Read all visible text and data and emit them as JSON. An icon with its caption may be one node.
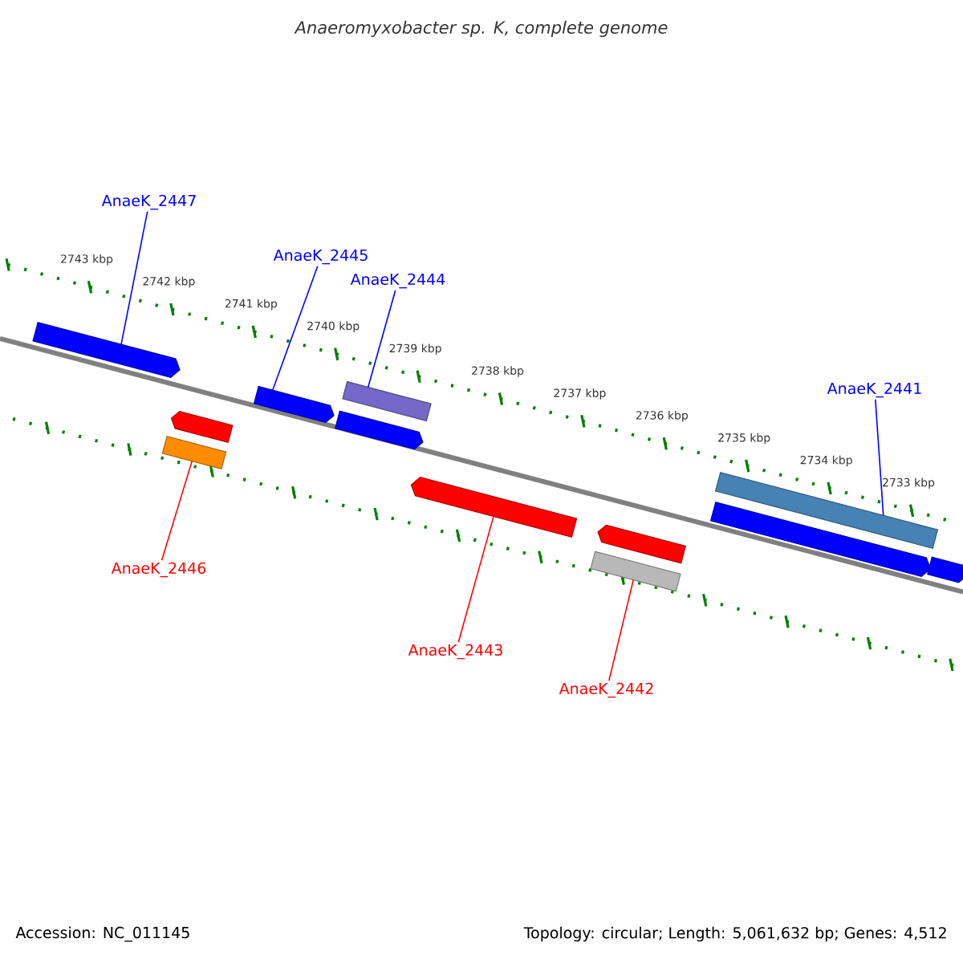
{
  "diagram": {
    "title": "Anaeromyxobacter sp. K, complete genome",
    "nodes": [
      {
        "text": [
          "AnaeK_2447"
        ]
      },
      {
        "text": [
          "AnaeK_2445"
        ]
      },
      {
        "text": [
          "AnaeK_2444"
        ]
      },
      {
        "text": [
          "AnaeK_2441"
        ]
      },
      {
        "text": [
          "AnaeK_2446"
        ]
      },
      {
        "text": [
          "AnaeK_2443"
        ]
      },
      {
        "text": [
          "AnaeK_2442"
        ]
      },
      {
        "text": [],
        "shape": "arrow"
      },
      {
        "text": [],
        "shape": "arrow"
      },
      {
        "text": [],
        "shape": "box"
      },
      {
        "text": [],
        "shape": "arrow"
      },
      {
        "text": [],
        "shape": "box"
      },
      {
        "text": [],
        "shape": "arrow"
      },
      {
        "text": [],
        "shape": "arrow"
      },
      {
        "text": [],
        "shape": "arrow"
      },
      {
        "text": [],
        "shape": "box"
      },
      {
        "text": [],
        "shape": "box"
      },
      {
        "text": [],
        "shape": "arrow"
      },
      {
        "text": [],
        "shape": "arrow"
      }
    ],
    "edges": [
      {
        "from": 0,
        "to": 7,
        "arrow": "none"
      },
      {
        "from": 1,
        "to": 10,
        "arrow": "none"
      },
      {
        "from": 2,
        "to": 11,
        "arrow": "none"
      },
      {
        "from": 3,
        "to": 16,
        "arrow": "none"
      },
      {
        "from": 4,
        "to": 9,
        "arrow": "none",
        "color": "#ff0000"
      },
      {
        "from": 5,
        "to": 13,
        "arrow": "none",
        "color": "#ff0000"
      },
      {
        "from": 6,
        "to": 15,
        "arrow": "none",
        "color": "#ff0000"
      }
    ],
    "labels": [
      "2743 kbp",
      "2742 kbp",
      "2741 kbp",
      "2740 kbp",
      "2739 kbp",
      "2738 kbp",
      "2737 kbp",
      "2736 kbp",
      "2735 kbp",
      "2734 kbp",
      "2733 kbp",
      "Accession: NC_011145",
      "Topology: circular; Length: 5,061,632 bp; Genes: 4,512"
    ]
  }
}
